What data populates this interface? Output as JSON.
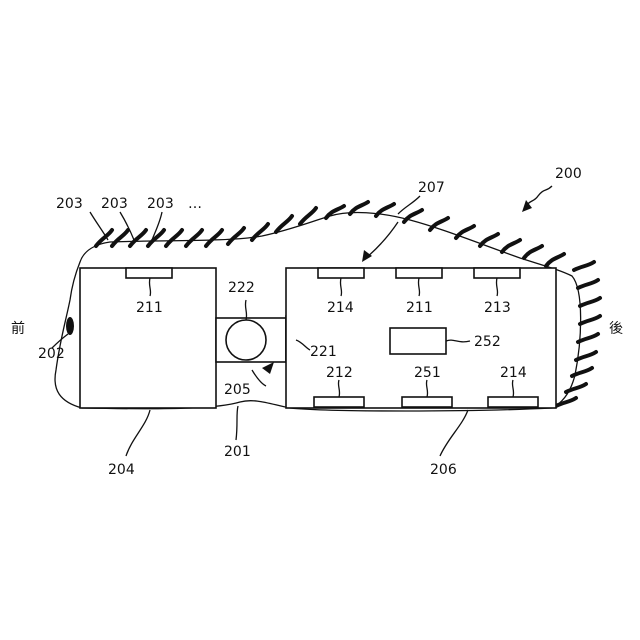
{
  "figure": {
    "side_labels": {
      "front": "前",
      "rear": "後"
    },
    "labels": {
      "robot": "200",
      "outer_body": "201",
      "front_nub": "202",
      "fur": "203",
      "fur_ellipsis": "…",
      "front_unit": "204",
      "joint": "205",
      "rear_unit": "206",
      "cover_gap": "207",
      "front_sensor": "211",
      "rear_top_left": "214",
      "rear_top_mid": "211",
      "rear_top_right": "213",
      "rear_bottom_left": "212",
      "rear_bottom_mid": "251",
      "rear_bottom_right": "214",
      "inner_box": "252",
      "plate": "221",
      "circle": "222"
    },
    "stroke_color": "#111111",
    "background_color": "#ffffff"
  }
}
